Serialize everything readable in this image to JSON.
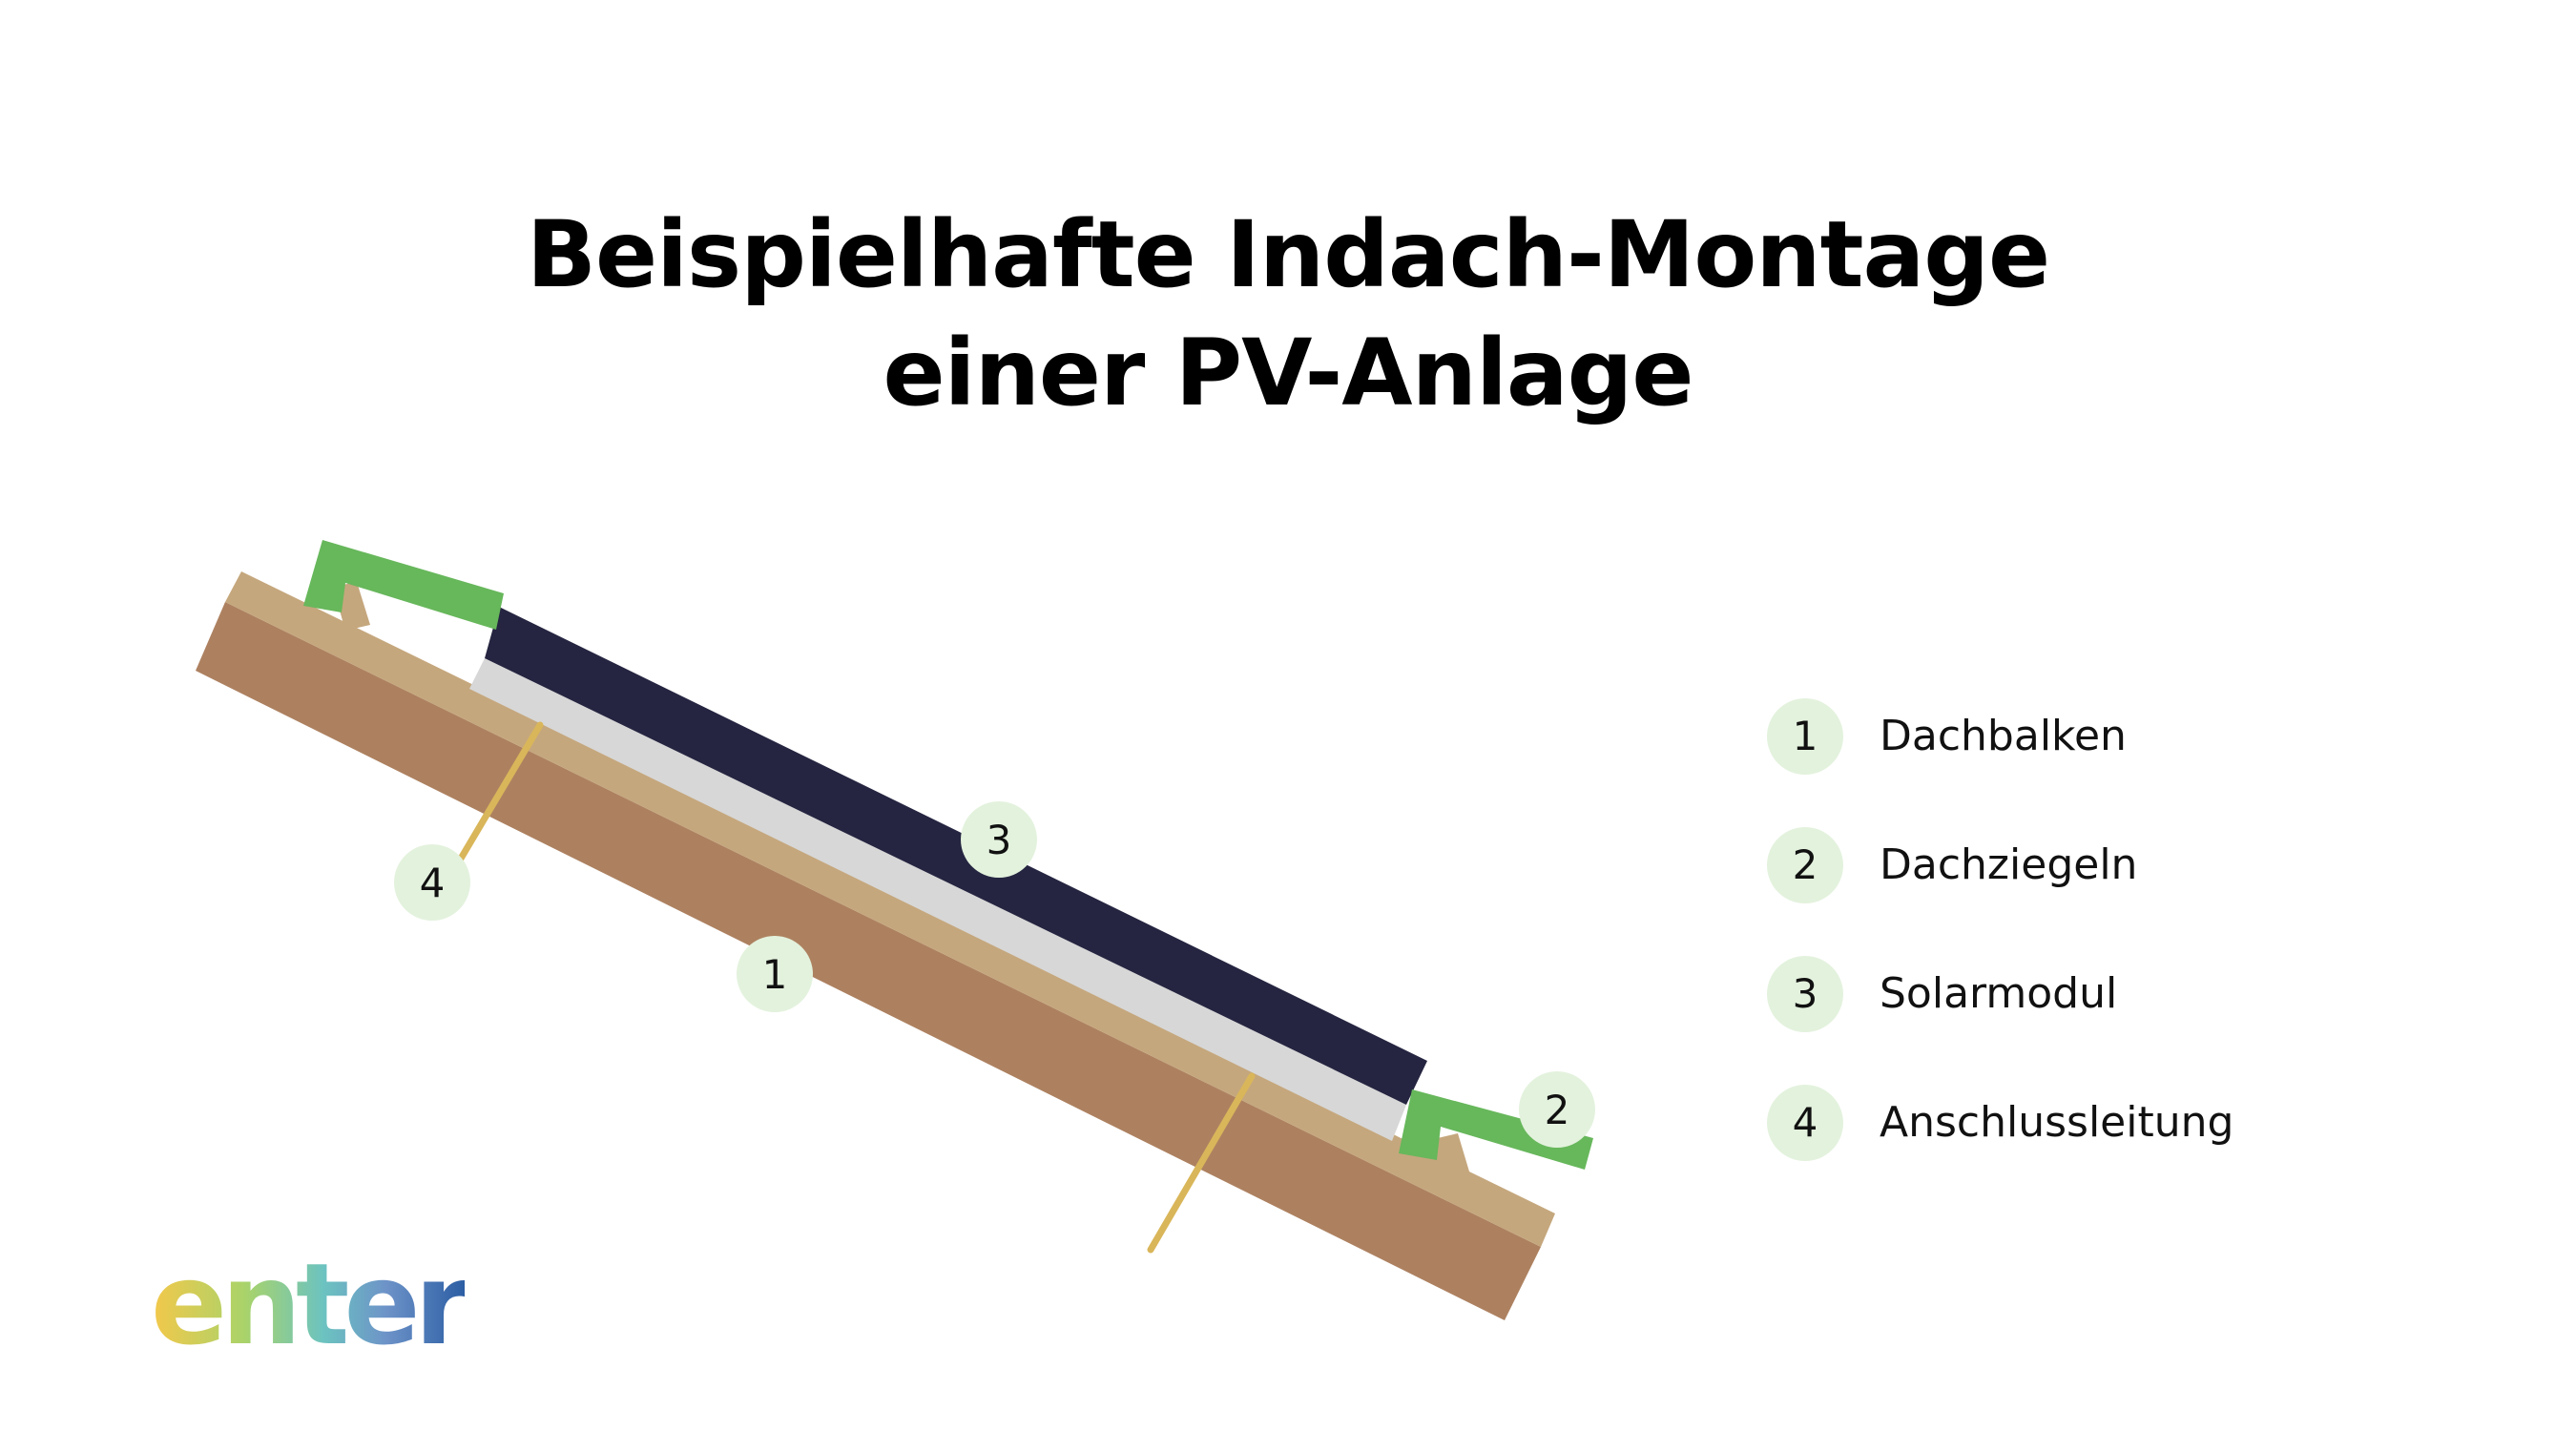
{
  "title": {
    "line1": "Beispielhafte Indach-Montage",
    "line2": "einer PV-Anlage"
  },
  "legend": [
    {
      "number": "1",
      "label": "Dachbalken"
    },
    {
      "number": "2",
      "label": "Dachziegeln"
    },
    {
      "number": "3",
      "label": "Solarmodul"
    },
    {
      "number": "4",
      "label": "Anschlussleitung"
    }
  ],
  "callouts": {
    "beam": "1",
    "tiles": "2",
    "module": "3",
    "cable": "4"
  },
  "logo": {
    "text": "enter"
  },
  "colors": {
    "beam": "#ad8160",
    "batten": "#c5a77d",
    "module": "#252541",
    "module_frame": "#d7d7d7",
    "flashing": "#67b75b",
    "cable": "#d9b65a",
    "badge": "#e3f2dd"
  }
}
